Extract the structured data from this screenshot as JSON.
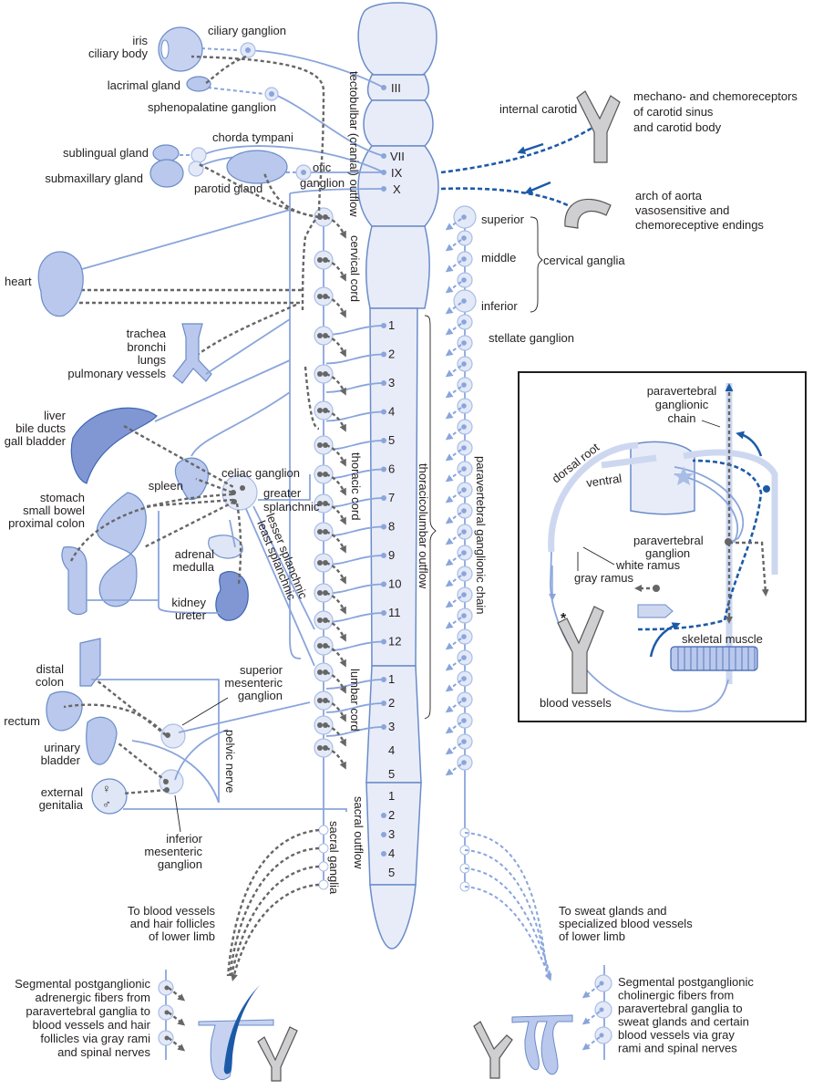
{
  "cranial": {
    "eye_label": [
      "iris",
      "ciliary body"
    ],
    "ciliary_ganglion": "ciliary ganglion",
    "lacrimal_gland": "lacrimal gland",
    "sphenopalatine_ganglion": "sphenopalatine ganglion",
    "chorda_tympani": "chorda tympani",
    "sublingual_gland": "sublingual gland",
    "submaxillary_gland": "submaxillary gland",
    "parotid_gland": "parotid gland",
    "otic_ganglion": [
      "otic",
      "ganglion"
    ],
    "nerves": [
      "III",
      "VII",
      "IX",
      "X"
    ],
    "outflow_label": "tectobulbar (cranial) outflow"
  },
  "afferent": {
    "internal_carotid": "internal carotid",
    "carotid_receptors": [
      "mechano- and chemoreceptors",
      "of carotid sinus",
      "and carotid body"
    ],
    "aorta": [
      "arch of aorta",
      "vasosensitive and",
      "chemoreceptive endings"
    ]
  },
  "cervical": {
    "cord_label": "cervical cord",
    "ganglia": [
      "superior",
      "middle",
      "inferior"
    ],
    "ganglia_group": "cervical ganglia",
    "stellate": "stellate ganglion"
  },
  "organs": {
    "heart": "heart",
    "lungs": [
      "trachea",
      "bronchi",
      "lungs",
      "pulmonary vessels"
    ],
    "liver": [
      "liver",
      "bile ducts",
      "gall bladder"
    ],
    "spleen": "spleen",
    "stomach": [
      "stomach",
      "small bowel",
      "proximal colon"
    ],
    "celiac_ganglion": "celiac ganglion",
    "greater_splanchnic": [
      "greater",
      "splanchnic"
    ],
    "lesser_splanchnic": "lesser splanchnic",
    "least_splanchnic": "least splanchnic",
    "adrenal": [
      "adrenal",
      "medulla"
    ],
    "kidney": [
      "kidney",
      "ureter"
    ],
    "distal_colon": [
      "distal",
      "colon"
    ],
    "rectum": "rectum",
    "urinary_bladder": [
      "urinary",
      "bladder"
    ],
    "external_genitalia": [
      "external",
      "genitalia"
    ],
    "superior_mesenteric": [
      "superior",
      "mesenteric",
      "ganglion"
    ],
    "inferior_mesenteric": [
      "inferior",
      "mesenteric",
      "ganglion"
    ],
    "pelvic_nerve": "pelvic nerve"
  },
  "cord": {
    "thoracic_label": "thoracic cord",
    "lumbar_label": "lumbar cord",
    "sacral_outflow": "sacral outflow",
    "sacral_ganglia": "sacral ganglia",
    "thoracolumbar": "thoracicolumbar outflow",
    "chain_label": "paravertebral ganglionic chain",
    "thoracic_segments": [
      "1",
      "2",
      "3",
      "4",
      "5",
      "6",
      "7",
      "8",
      "9",
      "10",
      "11",
      "12"
    ],
    "lumbar_segments": [
      "1",
      "2",
      "3",
      "4",
      "5"
    ],
    "sacral_segments": [
      "1",
      "2",
      "3",
      "4",
      "5"
    ]
  },
  "lower": {
    "left_caption": [
      "To blood vessels",
      "and hair follicles",
      "of lower limb"
    ],
    "right_caption": [
      "To sweat glands and",
      "specialized blood vessels",
      "of lower limb"
    ],
    "left_text": [
      "Segmental postganglionic",
      "adrenergic fibers from",
      "paravertebral ganglia to",
      "blood vessels and hair",
      "follicles via gray rami",
      "and spinal nerves"
    ],
    "right_text": [
      "Segmental postganglionic",
      "cholinergic fibers from",
      "paravertebral ganglia to",
      "sweat glands and certain",
      "blood vessels via gray",
      "rami and spinal nerves"
    ]
  },
  "inset": {
    "chain": [
      "paravertebral",
      "ganglionic",
      "chain"
    ],
    "dorsal_root": "dorsal root",
    "ventral": "ventral",
    "ganglion": [
      "paravertebral",
      "ganglion"
    ],
    "white_ramus": "white ramus",
    "gray_ramus": "gray ramus",
    "asterisk": "*",
    "skeletal_muscle": "skeletal muscle",
    "blood_vessels": "blood vessels"
  },
  "colors": {
    "preganglionic": "#8aa5dc",
    "postganglionic": "#666666",
    "afferent": "#1c5aa8",
    "cord_fill": "#e8ecf8"
  }
}
